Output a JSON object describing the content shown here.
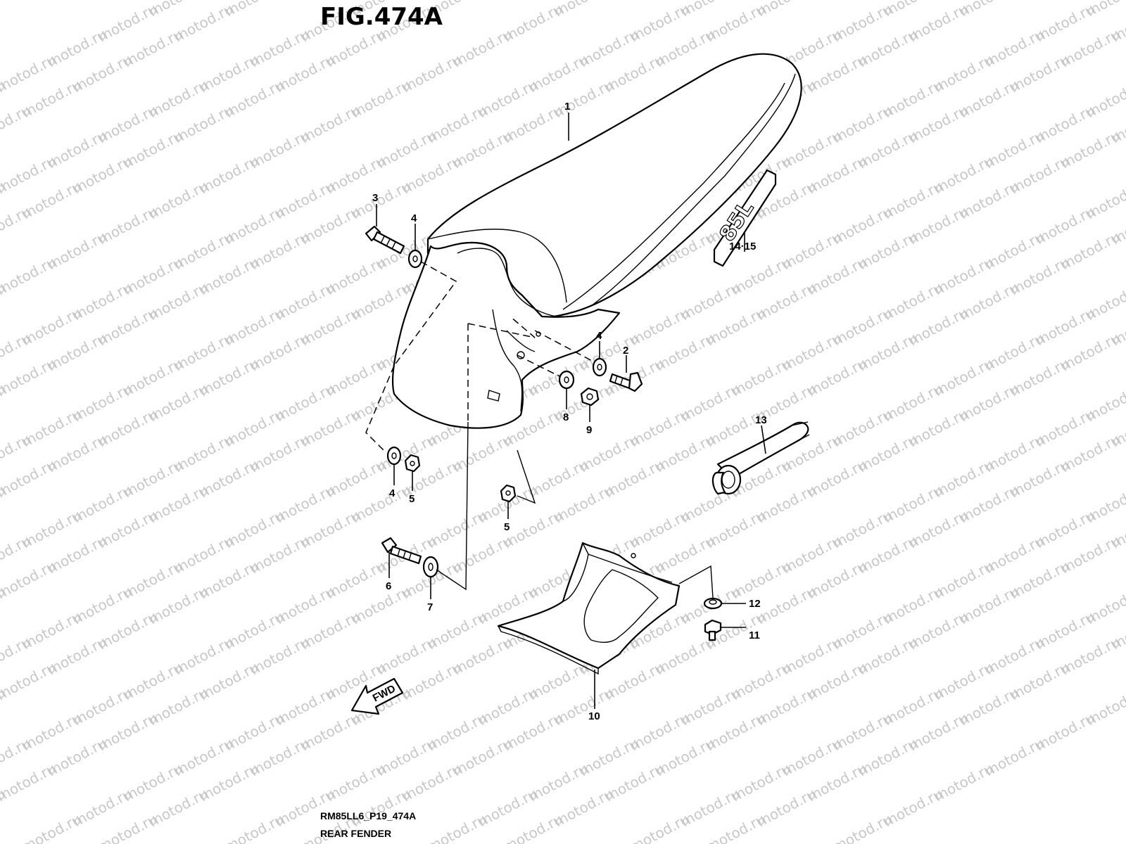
{
  "figure_title": "FIG.474A",
  "watermark": "motod.ru",
  "footer": {
    "code": "RM85LL6_P19_474A",
    "name": "REAR FENDER"
  },
  "fwd_label": "FWD",
  "decal_text": "85L",
  "callouts": [
    "1",
    "2",
    "3",
    "4",
    "4",
    "4",
    "5",
    "5",
    "6",
    "7",
    "8",
    "9",
    "10",
    "11",
    "12",
    "13",
    "14·15"
  ]
}
